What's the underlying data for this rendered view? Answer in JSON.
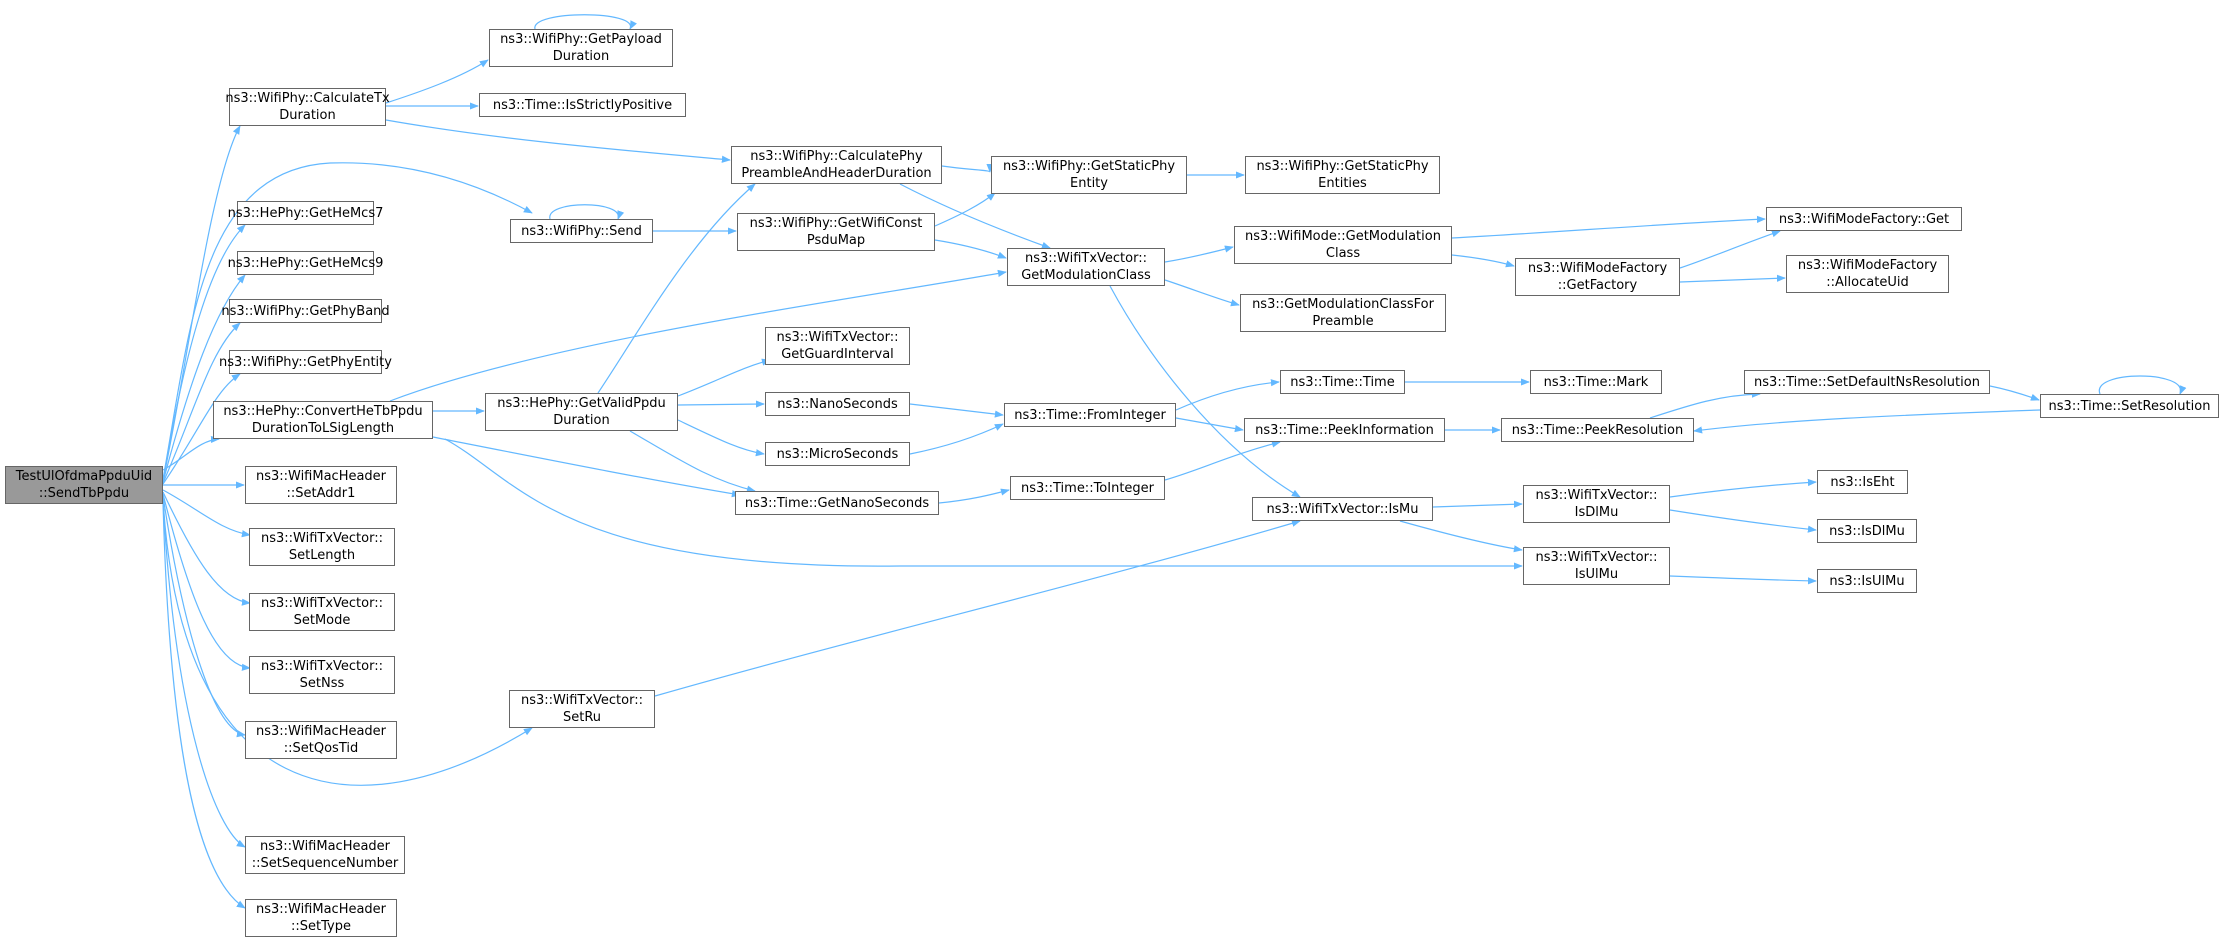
{
  "colors": {
    "edge": "#63b8ff",
    "node_border": "#666666",
    "root_fill": "#999999",
    "node_fill": "#ffffff"
  },
  "nodes": {
    "root": {
      "label": "TestUlOfdmaPpduUid\n::SendTbPpdu"
    },
    "calc_tx_duration": {
      "label": "ns3::WifiPhy::CalculateTx\nDuration"
    },
    "get_payload_duration": {
      "label": "ns3::WifiPhy::GetPayload\nDuration"
    },
    "is_strictly_positive": {
      "label": "ns3::Time::IsStrictlyPositive"
    },
    "calc_phy_preamble": {
      "label": "ns3::WifiPhy::CalculatePhy\nPreambleAndHeaderDuration"
    },
    "get_static_phy_entity": {
      "label": "ns3::WifiPhy::GetStaticPhy\nEntity"
    },
    "get_static_phy_entities": {
      "label": "ns3::WifiPhy::GetStaticPhy\nEntities"
    },
    "get_he_mcs7": {
      "label": "ns3::HePhy::GetHeMcs7"
    },
    "get_he_mcs9": {
      "label": "ns3::HePhy::GetHeMcs9"
    },
    "get_phy_band": {
      "label": "ns3::WifiPhy::GetPhyBand"
    },
    "get_phy_entity": {
      "label": "ns3::WifiPhy::GetPhyEntity"
    },
    "convert_he_tb": {
      "label": "ns3::HePhy::ConvertHeTbPpdu\nDurationToLSigLength"
    },
    "wifi_phy_send": {
      "label": "ns3::WifiPhy::Send"
    },
    "get_wifi_const_psdu_map": {
      "label": "ns3::WifiPhy::GetWifiConst\nPsduMap"
    },
    "txv_get_modulation_class": {
      "label": "ns3::WifiTxVector::\nGetModulationClass"
    },
    "mode_get_modulation_class": {
      "label": "ns3::WifiMode::GetModulation\nClass"
    },
    "mode_factory_get": {
      "label": "ns3::WifiModeFactory::Get"
    },
    "mode_factory_get_factory": {
      "label": "ns3::WifiModeFactory\n::GetFactory"
    },
    "mode_factory_allocate_uid": {
      "label": "ns3::WifiModeFactory\n::AllocateUid"
    },
    "get_mod_class_for_preamble": {
      "label": "ns3::GetModulationClassFor\nPreamble"
    },
    "get_valid_ppdu_duration": {
      "label": "ns3::HePhy::GetValidPpdu\nDuration"
    },
    "txv_get_guard_interval": {
      "label": "ns3::WifiTxVector::\nGetGuardInterval"
    },
    "nano_seconds": {
      "label": "ns3::NanoSeconds"
    },
    "micro_seconds": {
      "label": "ns3::MicroSeconds"
    },
    "time_get_nano_seconds": {
      "label": "ns3::Time::GetNanoSeconds"
    },
    "time_from_integer": {
      "label": "ns3::Time::FromInteger"
    },
    "time_time": {
      "label": "ns3::Time::Time"
    },
    "time_mark": {
      "label": "ns3::Time::Mark"
    },
    "time_peek_information": {
      "label": "ns3::Time::PeekInformation"
    },
    "time_to_integer": {
      "label": "ns3::Time::ToInteger"
    },
    "time_set_default_ns_resolution": {
      "label": "ns3::Time::SetDefaultNsResolution"
    },
    "time_set_resolution": {
      "label": "ns3::Time::SetResolution"
    },
    "time_peek_resolution": {
      "label": "ns3::Time::PeekResolution"
    },
    "mac_set_addr1": {
      "label": "ns3::WifiMacHeader\n::SetAddr1"
    },
    "txv_set_length": {
      "label": "ns3::WifiTxVector::\nSetLength"
    },
    "txv_set_mode": {
      "label": "ns3::WifiTxVector::\nSetMode"
    },
    "txv_set_nss": {
      "label": "ns3::WifiTxVector::\nSetNss"
    },
    "mac_set_qos_tid": {
      "label": "ns3::WifiMacHeader\n::SetQosTid"
    },
    "txv_set_ru": {
      "label": "ns3::WifiTxVector::\nSetRu"
    },
    "txv_is_mu": {
      "label": "ns3::WifiTxVector::IsMu"
    },
    "txv_is_dl_mu": {
      "label": "ns3::WifiTxVector::\nIsDlMu"
    },
    "txv_is_ul_mu": {
      "label": "ns3::WifiTxVector::\nIsUlMu"
    },
    "is_eht": {
      "label": "ns3::IsEht"
    },
    "is_dl_mu": {
      "label": "ns3::IsDlMu"
    },
    "is_ul_mu": {
      "label": "ns3::IsUlMu"
    },
    "mac_set_sequence_number": {
      "label": "ns3::WifiMacHeader\n::SetSequenceNumber"
    },
    "mac_set_type": {
      "label": "ns3::WifiMacHeader\n::SetType"
    }
  }
}
